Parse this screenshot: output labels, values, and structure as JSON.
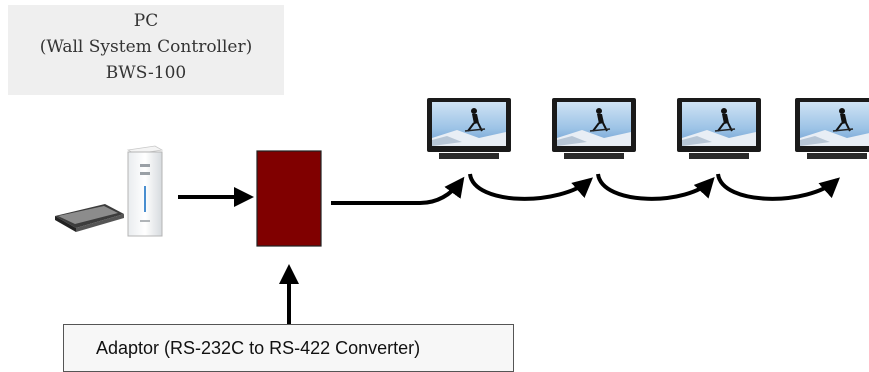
{
  "pc_label": {
    "line1": "PC",
    "line2": "(Wall System Controller)",
    "line3": "BWS-100"
  },
  "adaptor": {
    "label": "Adaptor (RS-232C to RS-422 Converter)"
  },
  "icons": {
    "computer": "desktop-computer-icon",
    "keyboard": "keyboard-icon",
    "monitor": "monitor-icon",
    "converter": "converter-box-icon"
  },
  "colors": {
    "converter_fill": "#800000",
    "arrow": "#000000",
    "label_bg": "#efefef"
  }
}
